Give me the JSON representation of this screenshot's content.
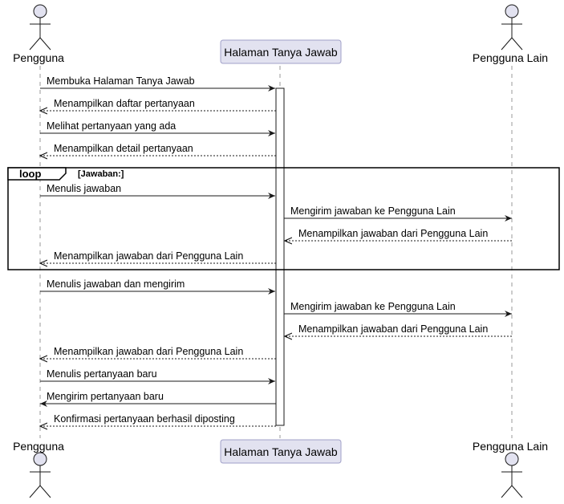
{
  "participants": {
    "user": "Pengguna",
    "page": "Halaman Tanya Jawab",
    "other": "Pengguna Lain"
  },
  "loop": {
    "keyword": "loop",
    "guard": "[Jawaban:]"
  },
  "messages": [
    {
      "text": "Membuka Halaman Tanya Jawab",
      "from": "user",
      "to": "page",
      "kind": "sync"
    },
    {
      "text": "Menampilkan daftar pertanyaan",
      "from": "page",
      "to": "user",
      "kind": "reply"
    },
    {
      "text": "Melihat pertanyaan yang ada",
      "from": "user",
      "to": "page",
      "kind": "sync"
    },
    {
      "text": "Menampilkan detail pertanyaan",
      "from": "page",
      "to": "user",
      "kind": "reply"
    },
    {
      "text": "Menulis jawaban",
      "from": "user",
      "to": "page",
      "kind": "sync"
    },
    {
      "text": "Mengirim jawaban ke Pengguna Lain",
      "from": "page",
      "to": "other",
      "kind": "sync"
    },
    {
      "text": "Menampilkan jawaban dari Pengguna Lain",
      "from": "other",
      "to": "page",
      "kind": "reply"
    },
    {
      "text": "Menampilkan jawaban dari Pengguna Lain",
      "from": "page",
      "to": "user",
      "kind": "reply"
    },
    {
      "text": "Menulis jawaban dan mengirim",
      "from": "user",
      "to": "page",
      "kind": "sync"
    },
    {
      "text": "Mengirim jawaban ke Pengguna Lain",
      "from": "page",
      "to": "other",
      "kind": "sync"
    },
    {
      "text": "Menampilkan jawaban dari Pengguna Lain",
      "from": "other",
      "to": "page",
      "kind": "reply"
    },
    {
      "text": "Menampilkan jawaban dari Pengguna Lain",
      "from": "page",
      "to": "user",
      "kind": "reply"
    },
    {
      "text": "Menulis pertanyaan baru",
      "from": "user",
      "to": "page",
      "kind": "sync"
    },
    {
      "text": "Mengirim pertanyaan baru",
      "from": "page",
      "to": "user",
      "kind": "sync"
    },
    {
      "text": "Konfirmasi pertanyaan berhasil diposting",
      "from": "page",
      "to": "user",
      "kind": "reply"
    }
  ],
  "colors": {
    "actor_fill": "#e2e2f0",
    "actor_stroke": "#181818",
    "box_fill": "#e2e2f0",
    "box_stroke": "#a0a0c8",
    "lifeline": "#999999",
    "line": "#181818"
  }
}
